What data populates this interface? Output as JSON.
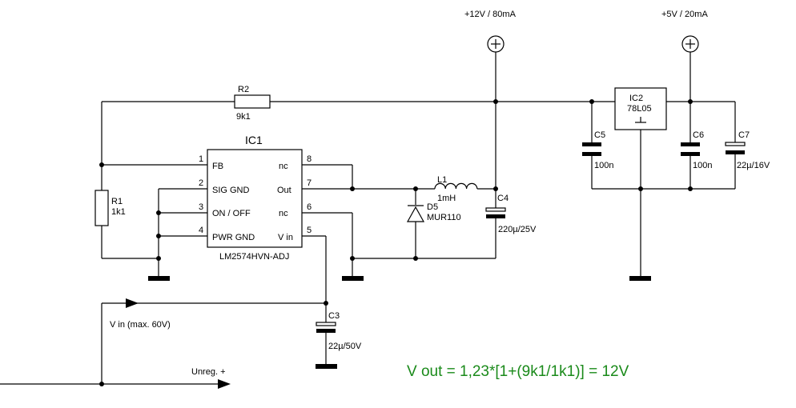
{
  "rails": {
    "v12": "+12V / 80mA",
    "v5": "+5V / 20mA"
  },
  "ic1": {
    "ref": "IC1",
    "part": "LM2574HVN-ADJ",
    "pins": [
      {
        "num": "1",
        "name": "FB"
      },
      {
        "num": "2",
        "name": "SIG GND"
      },
      {
        "num": "3",
        "name": "ON / OFF"
      },
      {
        "num": "4",
        "name": "PWR GND"
      },
      {
        "num": "5",
        "name": "V in"
      },
      {
        "num": "6",
        "name": "nc"
      },
      {
        "num": "7",
        "name": "Out"
      },
      {
        "num": "8",
        "name": "nc"
      }
    ]
  },
  "ic2": {
    "ref": "IC2",
    "part": "78L05"
  },
  "r1": {
    "ref": "R1",
    "value": "1k1"
  },
  "r2": {
    "ref": "R2",
    "value": "9k1"
  },
  "l1": {
    "ref": "L1",
    "value": "1mH"
  },
  "d5": {
    "ref": "D5",
    "value": "MUR110"
  },
  "c3": {
    "ref": "C3",
    "value": "22µ/50V"
  },
  "c4": {
    "ref": "C4",
    "value": "220µ/25V"
  },
  "c5": {
    "ref": "C5",
    "value": "100n"
  },
  "c6": {
    "ref": "C6",
    "value": "100n"
  },
  "c7": {
    "ref": "C7",
    "value": "22µ/16V"
  },
  "input": {
    "vin_label": "V in (max. 60V)",
    "unreg_label": "Unreg. +"
  },
  "formula": "V out = 1,23*[1+(9k1/1k1)] = 12V",
  "colors": {
    "formula": "#1a8a1a",
    "wire": "#000000"
  }
}
